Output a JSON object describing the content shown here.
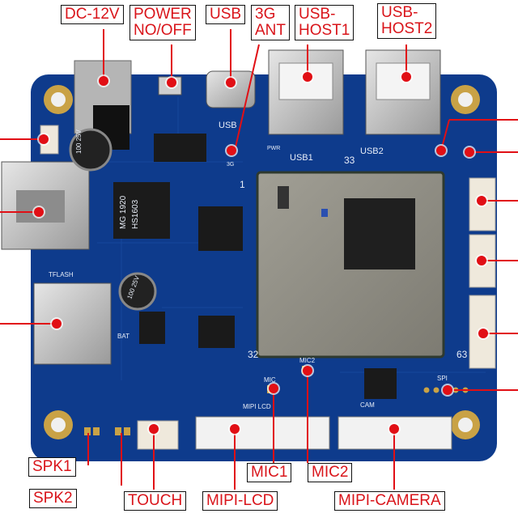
{
  "callouts": {
    "dc12v": "DC-12V",
    "power": "POWER\nNO/OFF",
    "usb": "USB",
    "ant3g": "3G\nANT",
    "usb_host1": "USB-\nHOST1",
    "usb_host2": "USB-\nHOST2",
    "spk1": "SPK1",
    "spk2": "SPK2",
    "touch": "TOUCH",
    "mipi_lcd": "MIPI-LCD",
    "mic1": "MIC1",
    "mic2": "MIC2",
    "mipi_camera": "MIPI-CAMERA"
  },
  "silkscreen": {
    "usb": "USB",
    "usb1": "USB1",
    "usb2": "USB2",
    "pwr": "PWR",
    "g3": "3G",
    "tflash": "TFLASH",
    "bat": "BAT",
    "spi": "SPI",
    "mic": "MIC",
    "mic2": "MIC2",
    "cam": "CAM",
    "mipi_lcd": "MIPI LCD",
    "pin1": "1",
    "pin32": "32",
    "pin63": "63",
    "pin33": "33",
    "cap1": "100\n25V",
    "cap2": "100\n25V",
    "transformer": "HS1603",
    "transformer_brand": "MG 1920"
  },
  "colors": {
    "board": "#0e3b8c",
    "callout_text": "#d9141a",
    "marker": "#e10f15",
    "module": "#8c8a80"
  }
}
